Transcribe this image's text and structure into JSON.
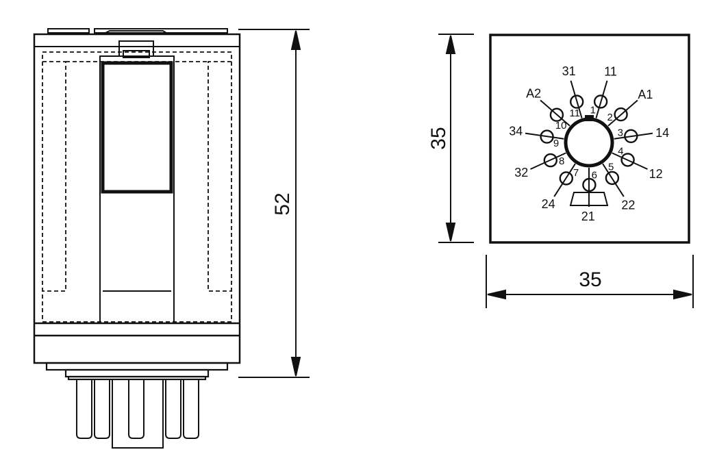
{
  "dimensions": {
    "height": "52",
    "socket_height": "35",
    "socket_width": "35"
  },
  "pinout": {
    "inner_numbers": [
      "1",
      "2",
      "3",
      "4",
      "5",
      "6",
      "7",
      "8",
      "9",
      "10",
      "11"
    ],
    "terminal_labels": [
      "11",
      "A1",
      "14",
      "12",
      "22",
      "21",
      "24",
      "32",
      "34",
      "A2",
      "31"
    ]
  },
  "colors": {
    "line": "#111111",
    "background": "#ffffff"
  }
}
